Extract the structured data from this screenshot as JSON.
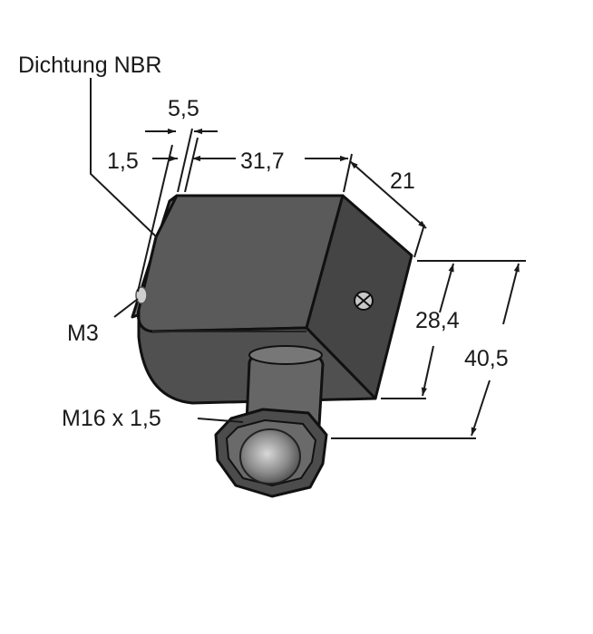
{
  "labels": {
    "seal": "Dichtung NBR",
    "dim_gap": "5,5",
    "dim_seal": "1,5",
    "dim_width": "31,7",
    "dim_depth": "21",
    "dim_height_body": "28,4",
    "dim_height_total": "40,5",
    "screw": "M3",
    "thread": "M16 x 1,5"
  },
  "colors": {
    "body_front": "#5a5a5a",
    "body_side": "#454545",
    "body_top": "#6e6e6e",
    "outline": "#111111",
    "background": "#ffffff"
  }
}
